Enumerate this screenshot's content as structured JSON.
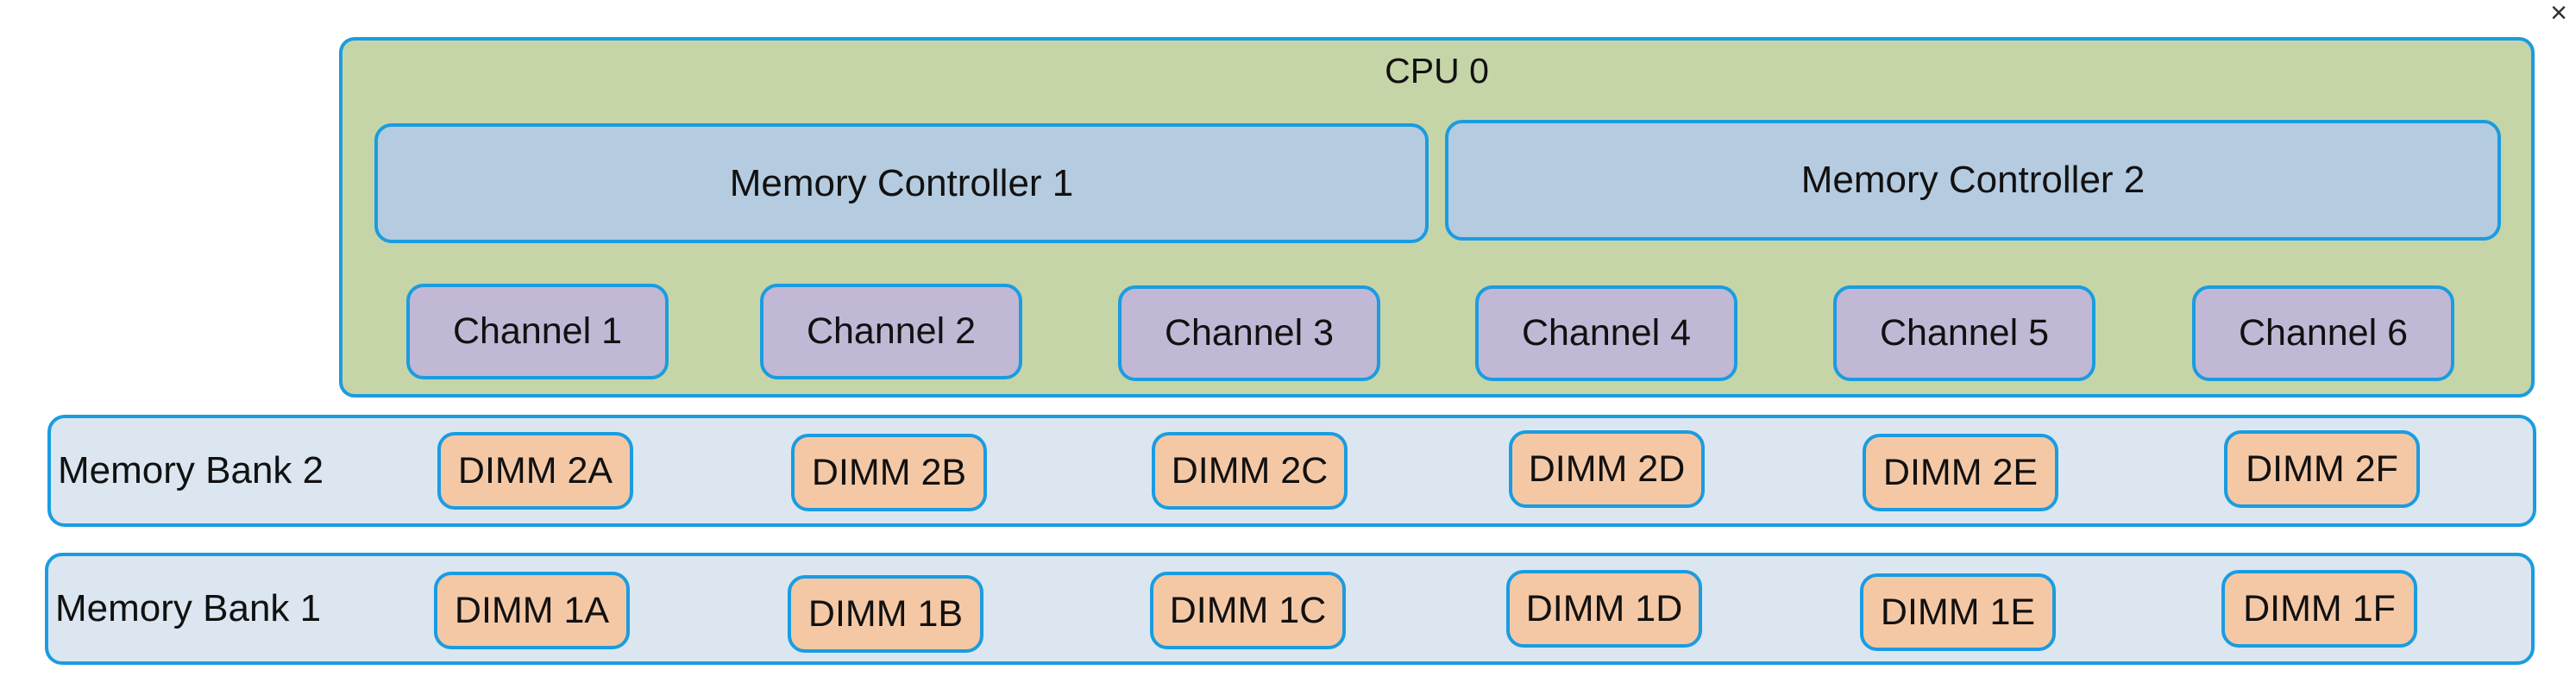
{
  "close_glyph": "×",
  "cpu": {
    "title": "CPU 0",
    "memory_controllers": [
      "Memory Controller 1",
      "Memory Controller 2"
    ],
    "channels": [
      "Channel 1",
      "Channel 2",
      "Channel 3",
      "Channel 4",
      "Channel 5",
      "Channel 6"
    ]
  },
  "banks": [
    {
      "label": "Memory Bank 2",
      "dimms": [
        "DIMM 2A",
        "DIMM 2B",
        "DIMM 2C",
        "DIMM 2D",
        "DIMM 2E",
        "DIMM 2F"
      ]
    },
    {
      "label": "Memory Bank 1",
      "dimms": [
        "DIMM 1A",
        "DIMM 1B",
        "DIMM 1C",
        "DIMM 1D",
        "DIMM 1E",
        "DIMM 1F"
      ]
    }
  ],
  "colors": {
    "border": "#1b9ce0",
    "cpu_fill": "#c6d5a8",
    "controller_fill": "#b5cbe0",
    "channel_fill": "#c1b8d6",
    "bank_fill": "#dbe6f1",
    "dimm_fill": "#f5c8a5"
  }
}
